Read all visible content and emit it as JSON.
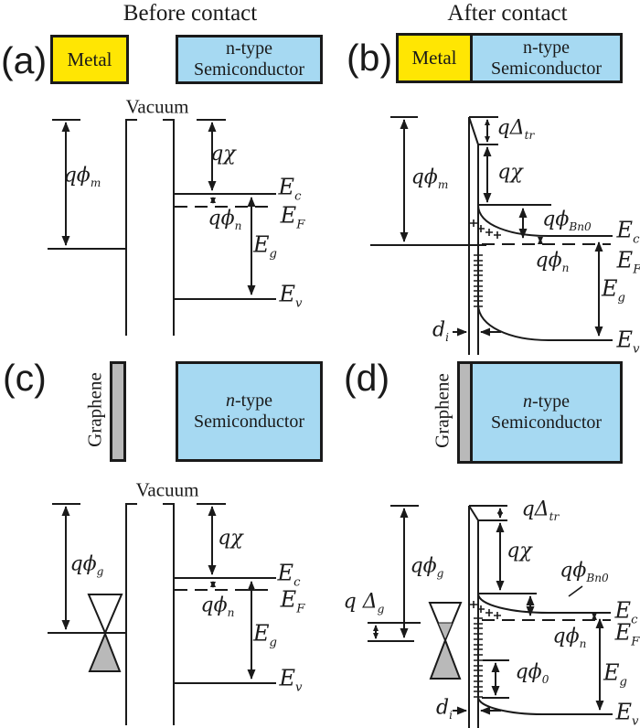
{
  "header": {
    "before_title": "Before contact",
    "after_title": "After contact"
  },
  "colors": {
    "metal_fill": "#ffe603",
    "semiconductor_fill": "#a6d9f2",
    "graphene_fill": "#b9b9b9",
    "line": "#1a1a1a"
  },
  "panel_a": {
    "tag": "(a)",
    "metal_box": "Metal",
    "semi_n": "n",
    "semi_type": "-type",
    "semi_name": "Semiconductor",
    "vacuum": "Vacuum",
    "phi_m": {
      "main": "qϕ",
      "sub": "m"
    },
    "chi": "qχ",
    "phi_n": {
      "main": "qϕ",
      "sub": "n"
    },
    "Ec": {
      "main": "E",
      "sub": "c"
    },
    "EF": {
      "main": "E",
      "sub": "F"
    },
    "Eg": {
      "main": "E",
      "sub": "g"
    },
    "Ev": {
      "main": "E",
      "sub": "v"
    }
  },
  "panel_b": {
    "tag": "(b)",
    "metal_box": "Metal",
    "semi_n": "n",
    "semi_type": "-type",
    "semi_name": "Semiconductor",
    "phi_m": {
      "main": "qϕ",
      "sub": "m"
    },
    "delta_tr": {
      "main": "qΔ",
      "sub": "tr"
    },
    "chi": "qχ",
    "phi_Bn0": {
      "main": "qϕ",
      "sub": "Bn0"
    },
    "phi_n": {
      "main": "qϕ",
      "sub": "n"
    },
    "d_i": {
      "main": "d",
      "sub": "i"
    },
    "Ec": {
      "main": "E",
      "sub": "c"
    },
    "EF": {
      "main": "E",
      "sub": "F"
    },
    "Eg": {
      "main": "E",
      "sub": "g"
    },
    "Ev": {
      "main": "E",
      "sub": "v"
    }
  },
  "panel_c": {
    "tag": "(c)",
    "graphene": "Graphene",
    "semi_n": "n",
    "semi_type": "-type",
    "semi_name": "Semiconductor",
    "vacuum": "Vacuum",
    "phi_g": {
      "main": "qϕ",
      "sub": "g"
    },
    "chi": "qχ",
    "phi_n": {
      "main": "qϕ",
      "sub": "n"
    },
    "Ec": {
      "main": "E",
      "sub": "c"
    },
    "EF": {
      "main": "E",
      "sub": "F"
    },
    "Eg": {
      "main": "E",
      "sub": "g"
    },
    "Ev": {
      "main": "E",
      "sub": "v"
    }
  },
  "panel_d": {
    "tag": "(d)",
    "graphene": "Graphene",
    "semi_n": "n",
    "semi_type": "-type",
    "semi_name": "Semiconductor",
    "phi_g": {
      "main": "qϕ",
      "sub": "g"
    },
    "delta_g": {
      "main": "q Δ",
      "sub": "g"
    },
    "delta_tr": {
      "main": "qΔ",
      "sub": "tr"
    },
    "chi": "qχ",
    "phi_Bn0": {
      "main": "qϕ",
      "sub": "Bn0"
    },
    "phi_n": {
      "main": "qϕ",
      "sub": "n"
    },
    "phi_0": {
      "main": "qϕ",
      "sub": "0"
    },
    "d_i": {
      "main": "d",
      "sub": "i"
    },
    "Ec": {
      "main": "E",
      "sub": "c"
    },
    "EF": {
      "main": "E",
      "sub": "F"
    },
    "Eg": {
      "main": "E",
      "sub": "g"
    },
    "Ev": {
      "main": "E",
      "sub": "v"
    }
  }
}
